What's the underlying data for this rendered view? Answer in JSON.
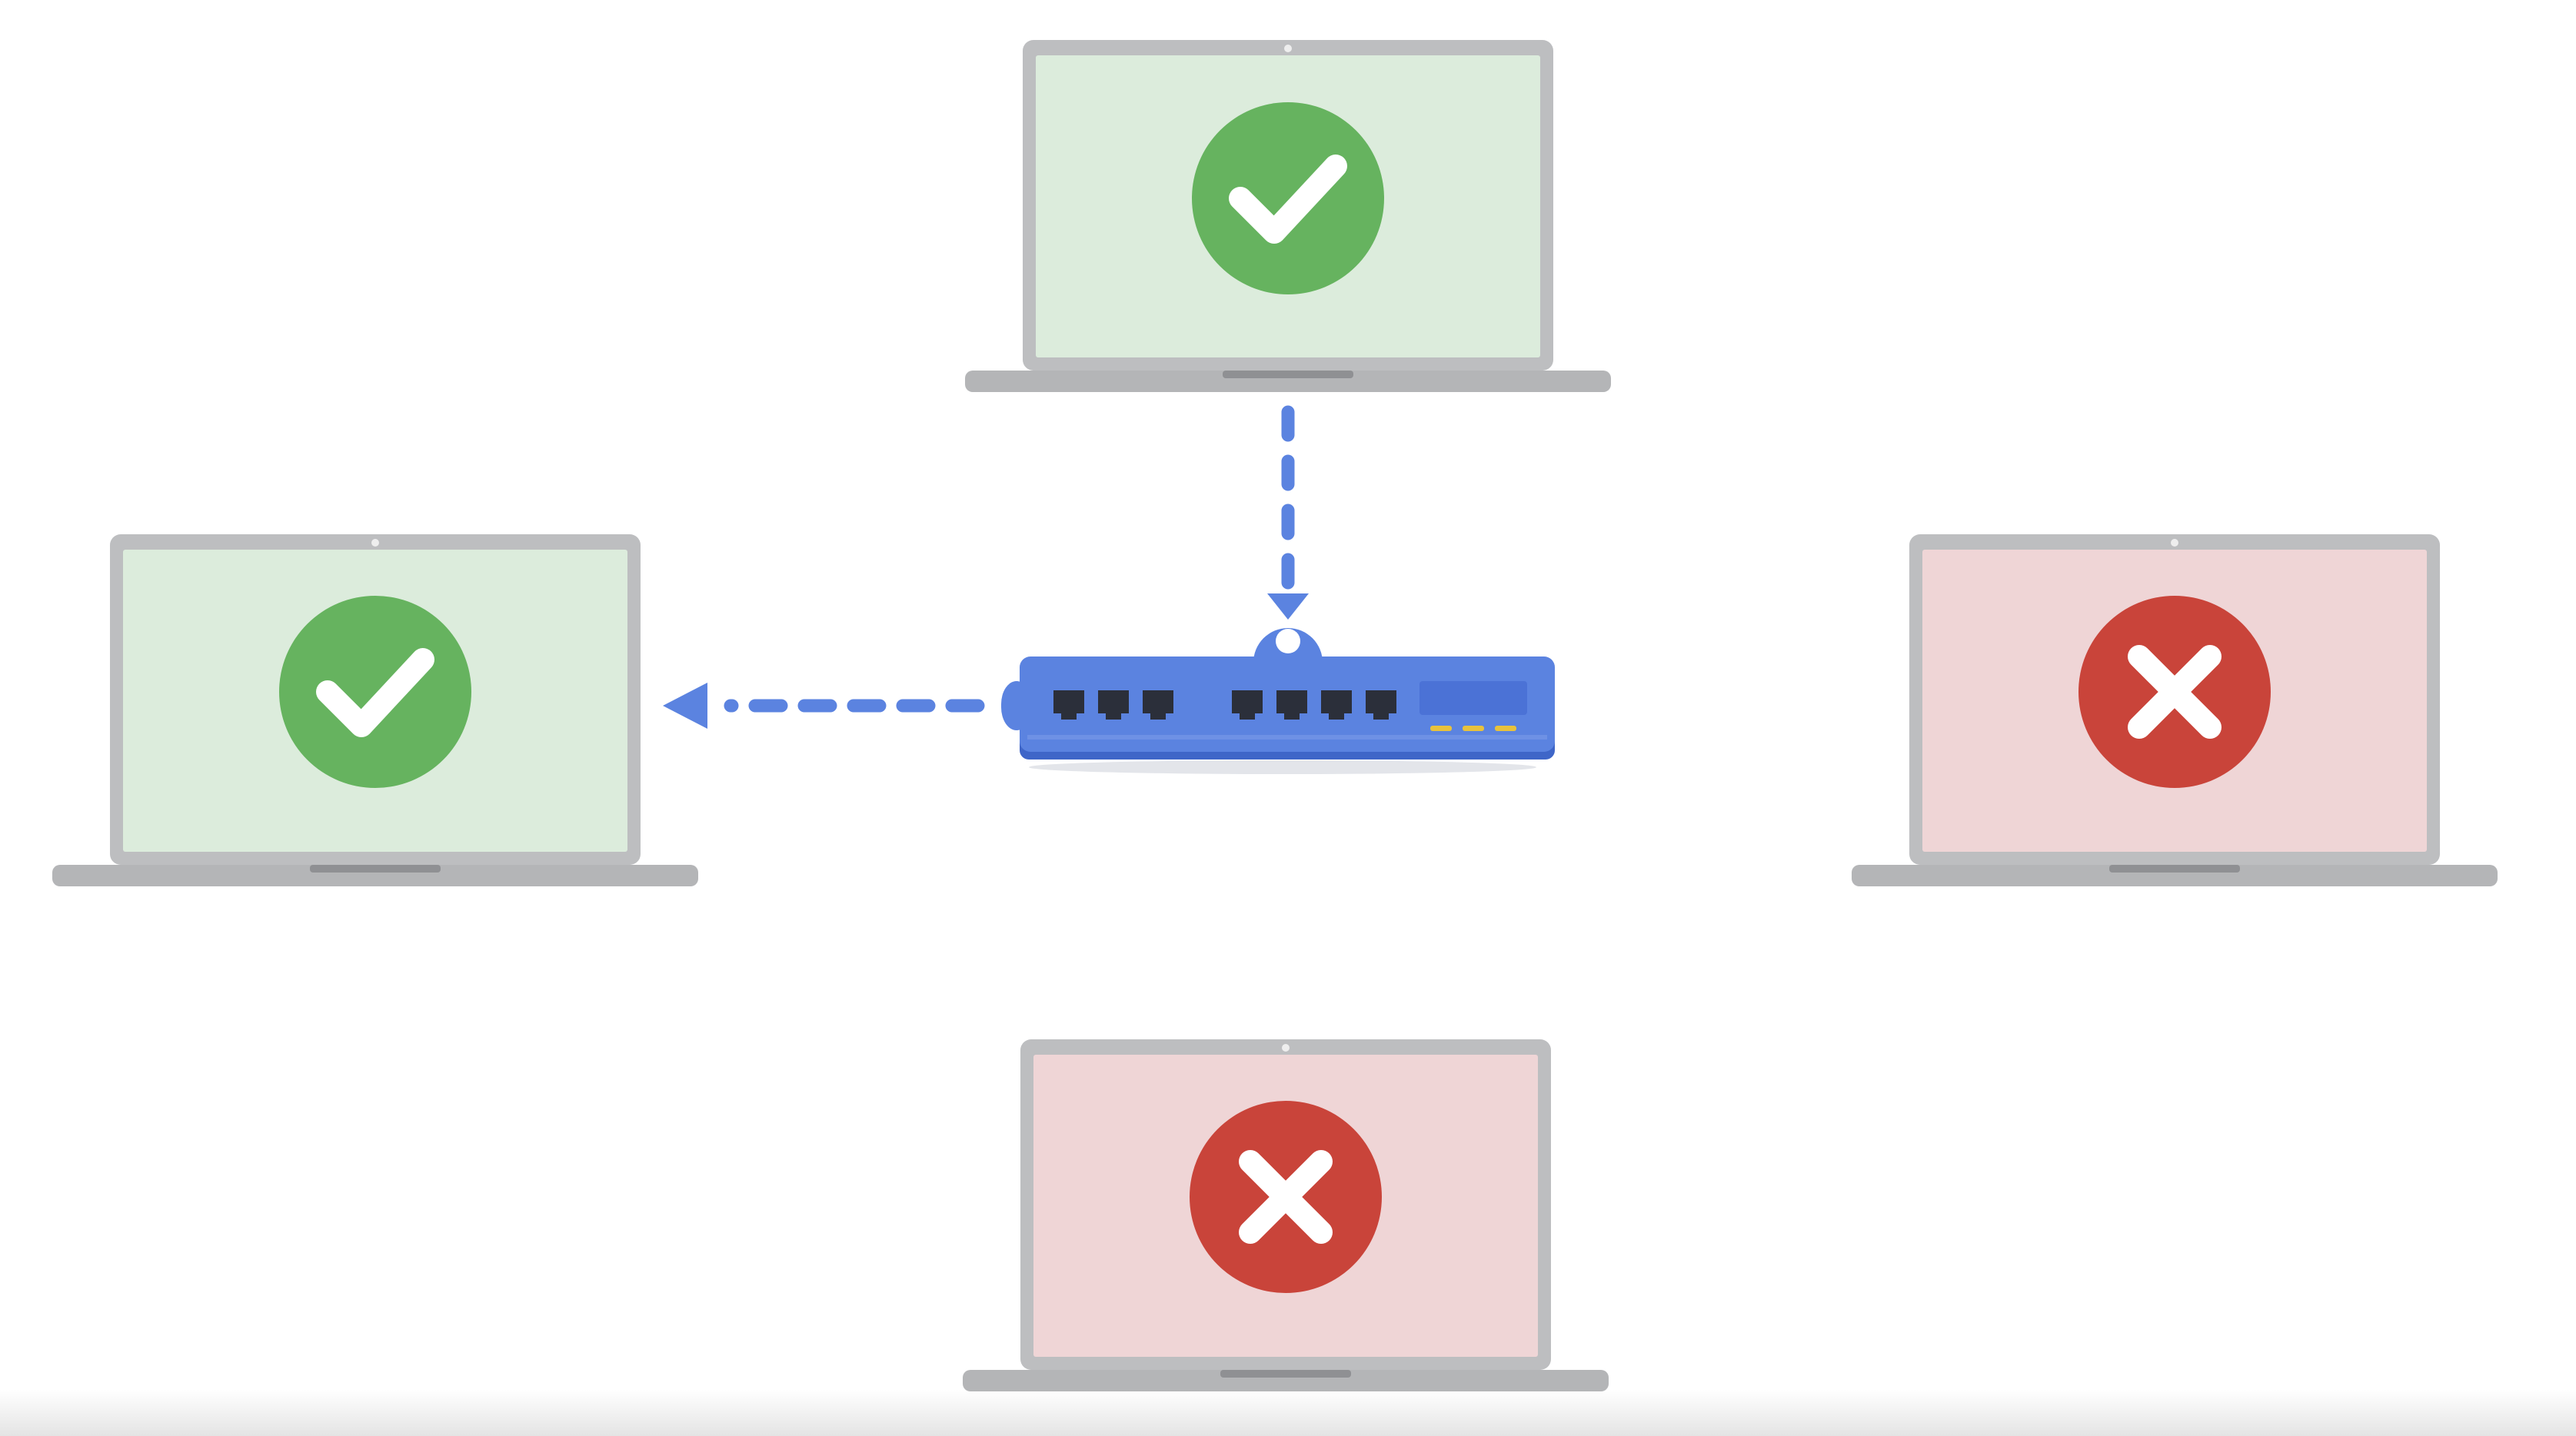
{
  "diagram": {
    "kind": "network-access",
    "colors": {
      "background": "#ffffff",
      "laptop_frame": "#bdbec0",
      "laptop_base": "#b4b5b7",
      "laptop_hinge": "#8f9093",
      "screen_allowed": "#dcecdc",
      "screen_denied": "#efd5d6",
      "allowed_badge": "#66b35f",
      "denied_badge": "#c9443a",
      "switch_body": "#5b83e0",
      "switch_edge": "#3f66c8",
      "switch_port": "#2b2f3a",
      "switch_led": "#e8c23c",
      "connection_line": "#5b83e0"
    },
    "switch": {
      "name": "network-switch",
      "port_count": 7,
      "led_count": 3
    },
    "devices": [
      {
        "id": "top",
        "status": "allowed",
        "icon": "checkmark-icon",
        "connected": true
      },
      {
        "id": "left",
        "status": "allowed",
        "icon": "checkmark-icon",
        "connected": true
      },
      {
        "id": "right",
        "status": "denied",
        "icon": "x-mark-icon",
        "connected": false
      },
      {
        "id": "bottom",
        "status": "denied",
        "icon": "x-mark-icon",
        "connected": false
      }
    ],
    "connections": [
      {
        "from": "switch",
        "to": "top",
        "style": "dashed",
        "arrow": "switch"
      },
      {
        "from": "switch",
        "to": "left",
        "style": "dashed",
        "arrow": "left"
      }
    ]
  }
}
